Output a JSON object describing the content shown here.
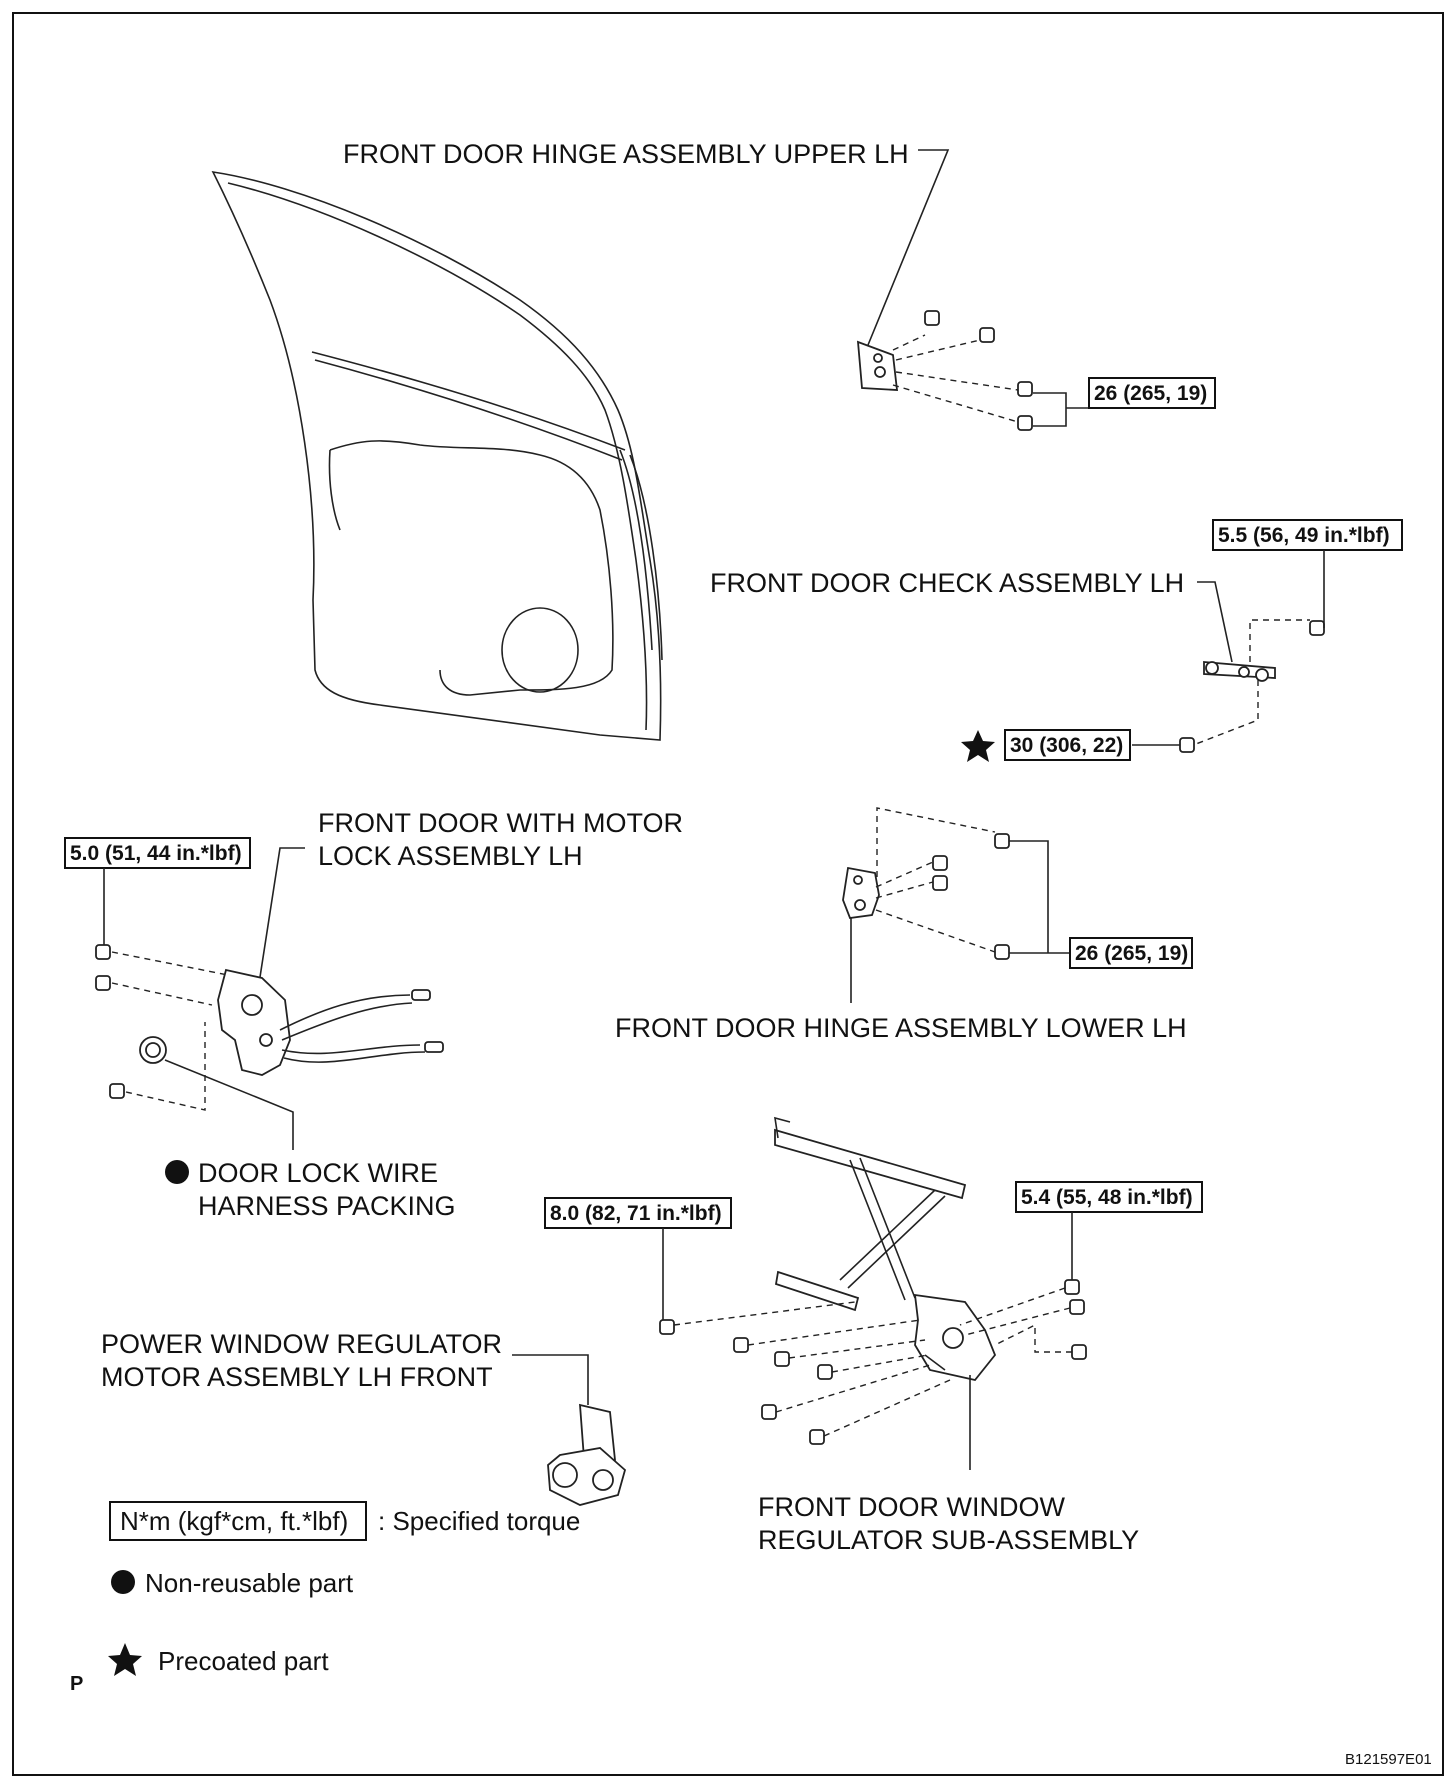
{
  "labels": {
    "hinge_upper": "FRONT DOOR HINGE ASSEMBLY UPPER LH",
    "check_assembly": "FRONT DOOR CHECK ASSEMBLY LH",
    "lock_line1": "FRONT DOOR WITH MOTOR",
    "lock_line2": "LOCK ASSEMBLY LH",
    "hinge_lower": "FRONT DOOR HINGE ASSEMBLY LOWER LH",
    "packing_line1": "DOOR LOCK WIRE",
    "packing_line2": "HARNESS PACKING",
    "motor_line1": "POWER WINDOW REGULATOR",
    "motor_line2": "MOTOR ASSEMBLY LH FRONT",
    "regulator_line1": "FRONT DOOR WINDOW",
    "regulator_line2": "REGULATOR SUB-ASSEMBLY"
  },
  "torques": {
    "hinge_upper": "26 (265, 19)",
    "check_upper": "5.5 (56, 49 in.*lbf)",
    "check_lower": "30 (306, 22)",
    "lock": "5.0 (51, 44 in.*lbf)",
    "hinge_lower": "26 (265, 19)",
    "regulator_left": "8.0 (82, 71 in.*lbf)",
    "regulator_right": "5.4 (55, 48 in.*lbf)"
  },
  "legend": {
    "torque_unit": "N*m (kgf*cm, ft.*lbf)",
    "torque_desc": ": Specified torque",
    "nonreusable": "Non-reusable part",
    "precoated": "Precoated part"
  },
  "footer": {
    "p_mark": "P",
    "figure_code": "B121597E01"
  }
}
